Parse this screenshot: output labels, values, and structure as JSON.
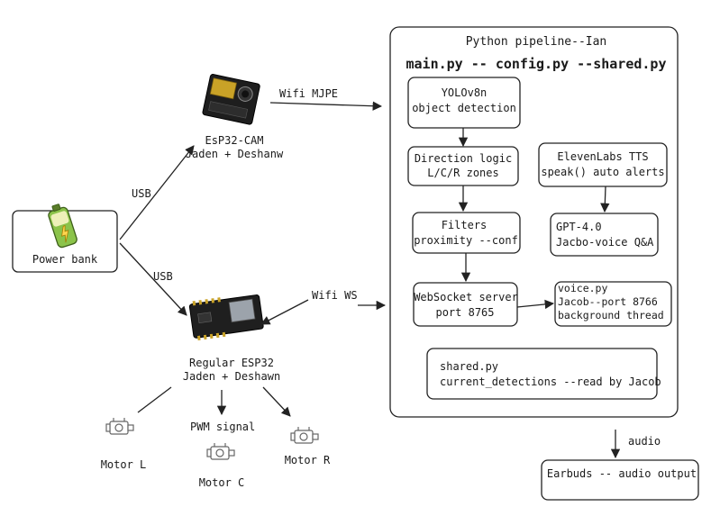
{
  "pipeline": {
    "title": "Python pipeline--Ian",
    "files": "main.py -- config.py --shared.py"
  },
  "nodes": {
    "power_bank": {
      "label": "Power bank"
    },
    "esp32_cam": {
      "line1": "EsP32-CAM",
      "line2": "Jaden + Deshanw"
    },
    "esp32": {
      "line1": "Regular ESP32",
      "line2": "Jaden + Deshawn"
    },
    "yolo": {
      "line1": "YOLOv8n",
      "line2": "object detection"
    },
    "direction": {
      "line1": "Direction logic",
      "line2": "L/C/R zones"
    },
    "filters": {
      "line1": "Filters",
      "line2": "proximity --conf"
    },
    "websocket": {
      "line1": "WebSocket server",
      "line2": "port 8765"
    },
    "elevenlabs": {
      "line1": "ElevenLabs TTS",
      "line2": "speak() auto alerts"
    },
    "gpt": {
      "line1": "GPT-4.0",
      "line2": "Jacbo-voice Q&A"
    },
    "voice": {
      "line1": "voice.py",
      "line2": "Jacob--port 8766",
      "line3": "background thread"
    },
    "shared": {
      "line1": "shared.py",
      "line2": "current_detections --read by Jacob"
    },
    "earbuds": {
      "label": "Earbuds -- audio output"
    },
    "motor_l": {
      "label": "Motor L"
    },
    "motor_c": {
      "label": "Motor C"
    },
    "motor_r": {
      "label": "Motor R"
    }
  },
  "edges": {
    "usb_top": "USB",
    "usb_bottom": "USB",
    "wifi_mjpe": "Wifi MJPE",
    "wifi_ws": "Wifi WS",
    "pwm": "PWM signal",
    "audio": "audio"
  }
}
